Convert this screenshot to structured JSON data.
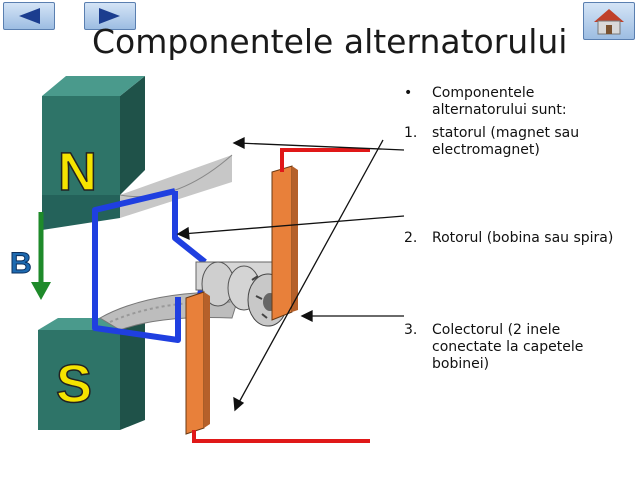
{
  "title": "Componentele alternatorului",
  "list": {
    "intro": "Componentele alternatorului sunt:",
    "items": [
      {
        "marker": "1.",
        "text": "statorul (magnet sau electromagnet)"
      },
      {
        "marker": "2.",
        "text": "Rotorul (bobina sau spira)"
      },
      {
        "marker": "3.",
        "text": "Colectorul (2 inele conectate la capetele bobinei)"
      }
    ]
  },
  "diagram": {
    "north_label": "N",
    "south_label": "S",
    "field_label": "B",
    "magnet_color": "#2e7468",
    "pole_letter_color": "#f5e400",
    "coil_color": "#1f3fe0",
    "wire_color": "#e01818",
    "ring_color": "#e8803a",
    "arrow_color": "#1e8a2a"
  },
  "nav": {
    "prev_icon": "triangle-left-icon",
    "next_icon": "triangle-right-icon",
    "home_icon": "house-icon"
  }
}
